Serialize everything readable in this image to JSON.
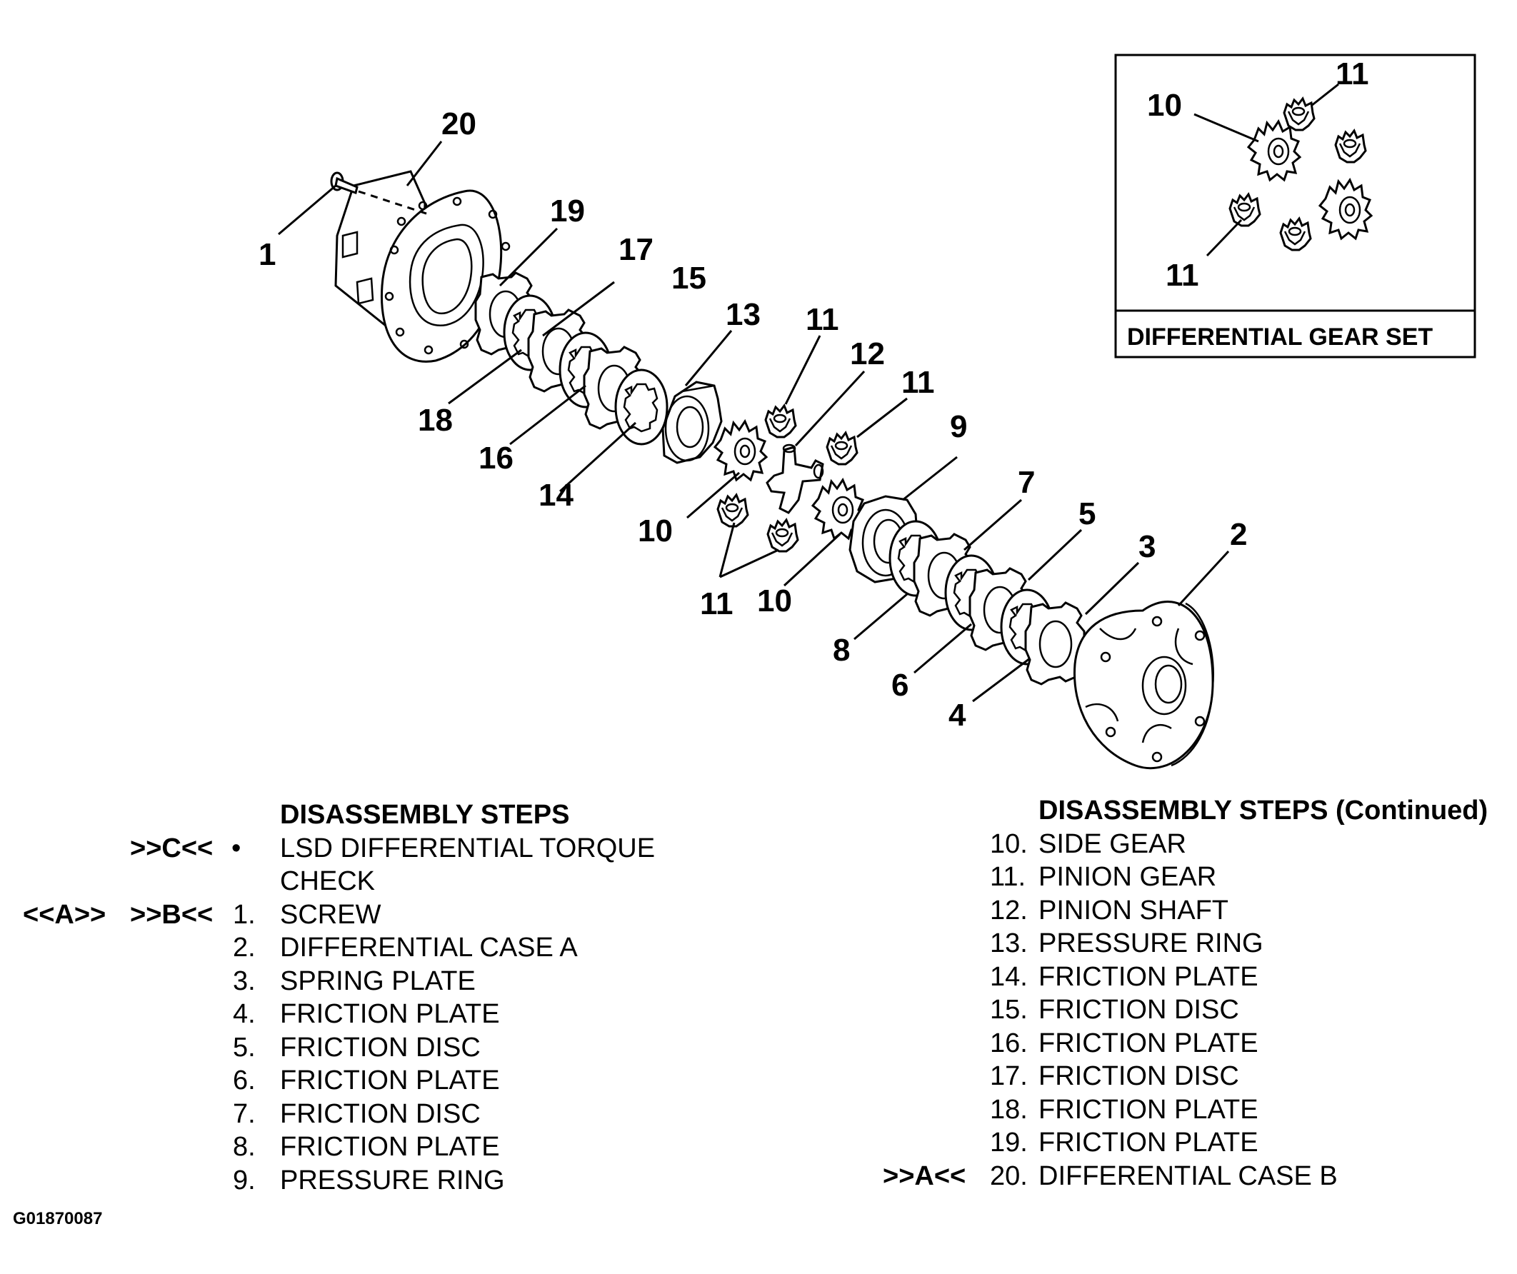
{
  "callouts": {
    "c1": "1",
    "c2": "2",
    "c3": "3",
    "c4": "4",
    "c5": "5",
    "c6": "6",
    "c7": "7",
    "c8": "8",
    "c9": "9",
    "c10a": "10",
    "c10b": "10",
    "c11a": "11",
    "c11b": "11",
    "c11c": "11",
    "c12": "12",
    "c13": "13",
    "c14": "14",
    "c15": "15",
    "c16": "16",
    "c17": "17",
    "c18": "18",
    "c19": "19",
    "c20": "20",
    "inset10": "10",
    "inset11a": "11",
    "inset11b": "11"
  },
  "inset": {
    "caption": "DIFFERENTIAL GEAR SET"
  },
  "steps_left": {
    "heading": "DISASSEMBLY STEPS",
    "rows": [
      {
        "m1": "",
        "m2": ">>C<<",
        "num": "•",
        "text": "LSD DIFFERENTIAL TORQUE"
      },
      {
        "m1": "",
        "m2": "",
        "num": "",
        "text": "CHECK"
      },
      {
        "m1": "<<A>>",
        "m2": ">>B<<",
        "num": "1.",
        "text": "SCREW"
      },
      {
        "m1": "",
        "m2": "",
        "num": "2.",
        "text": "DIFFERENTIAL CASE A"
      },
      {
        "m1": "",
        "m2": "",
        "num": "3.",
        "text": "SPRING PLATE"
      },
      {
        "m1": "",
        "m2": "",
        "num": "4.",
        "text": "FRICTION PLATE"
      },
      {
        "m1": "",
        "m2": "",
        "num": "5.",
        "text": "FRICTION DISC"
      },
      {
        "m1": "",
        "m2": "",
        "num": "6.",
        "text": "FRICTION PLATE"
      },
      {
        "m1": "",
        "m2": "",
        "num": "7.",
        "text": "FRICTION DISC"
      },
      {
        "m1": "",
        "m2": "",
        "num": "8.",
        "text": "FRICTION PLATE"
      },
      {
        "m1": "",
        "m2": "",
        "num": "9.",
        "text": "PRESSURE RING"
      }
    ]
  },
  "steps_right": {
    "heading": "DISASSEMBLY STEPS (Continued)",
    "rows": [
      {
        "m1": "",
        "num": "10.",
        "text": "SIDE GEAR"
      },
      {
        "m1": "",
        "num": "11.",
        "text": "PINION GEAR"
      },
      {
        "m1": "",
        "num": "12.",
        "text": "PINION SHAFT"
      },
      {
        "m1": "",
        "num": "13.",
        "text": "PRESSURE RING"
      },
      {
        "m1": "",
        "num": "14.",
        "text": "FRICTION PLATE"
      },
      {
        "m1": "",
        "num": "15.",
        "text": "FRICTION DISC"
      },
      {
        "m1": "",
        "num": "16.",
        "text": "FRICTION PLATE"
      },
      {
        "m1": "",
        "num": "17.",
        "text": "FRICTION DISC"
      },
      {
        "m1": "",
        "num": "18.",
        "text": "FRICTION PLATE"
      },
      {
        "m1": "",
        "num": "19.",
        "text": "FRICTION PLATE"
      },
      {
        "m1": ">>A<<",
        "num": "20.",
        "text": "DIFFERENTIAL CASE B"
      }
    ]
  },
  "figure_code": "G01870087"
}
